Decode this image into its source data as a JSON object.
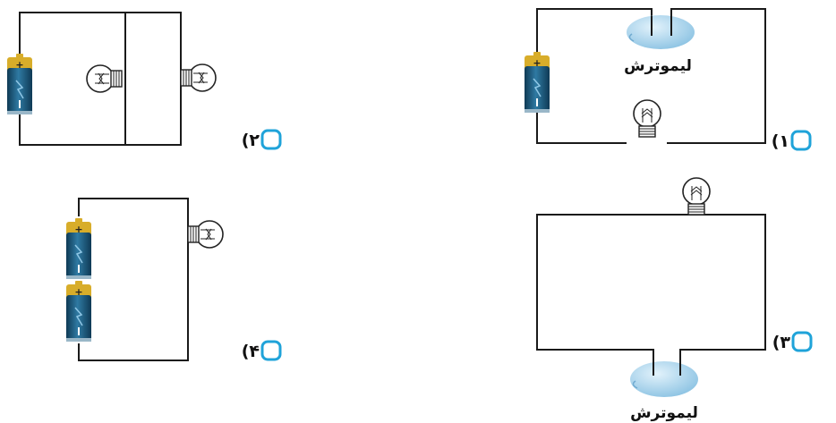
{
  "options": [
    {
      "number": "(۱",
      "text": "لیموترش"
    },
    {
      "number": "(۲"
    },
    {
      "number": "(۳",
      "text": "لیموترش"
    },
    {
      "number": "(۴"
    }
  ],
  "battery": {
    "plus": "+",
    "minus": "−"
  },
  "icons": {
    "battery": "battery-icon",
    "bulb": "light-bulb-icon",
    "lemon": "lemon-icon",
    "checkbox": "checkbox-icon"
  },
  "colors": {
    "battery_body": "#1b5577",
    "battery_cap": "#d8ad2a",
    "lemon": "#a9d4ec",
    "checkbox": "#1fa3d9",
    "wire": "#1a1a1a"
  }
}
